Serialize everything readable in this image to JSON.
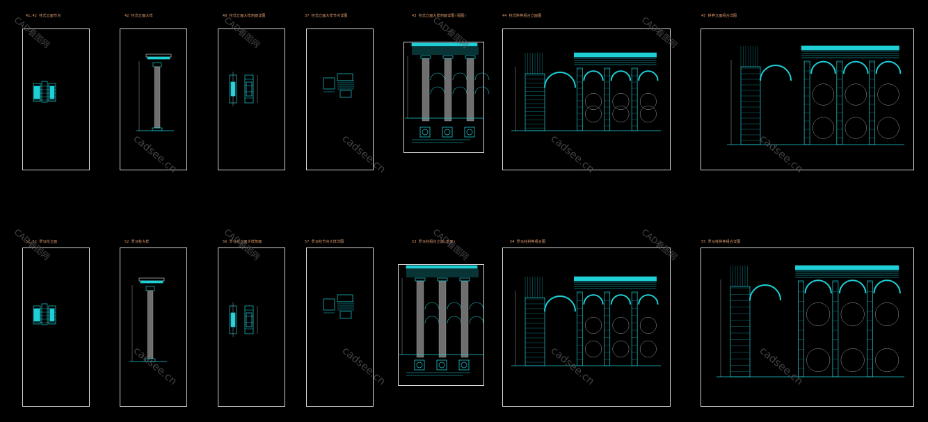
{
  "sheets": [
    {
      "title": "41,42 柱式立面节点",
      "kind": "small"
    },
    {
      "title": "42 柱式立面大样",
      "kind": "column"
    },
    {
      "title": "40 柱式立面大样剖面详图",
      "kind": "small2"
    },
    {
      "title": "37 柱式立面大样节点详图",
      "kind": "detail"
    },
    {
      "title": "43 柱式立面大样剖面详图(视图)",
      "kind": "colonnade"
    },
    {
      "title": "44 柱式拱券组合立面图",
      "kind": "arcade"
    },
    {
      "title": "45 拱券立面组合详图",
      "kind": "arcade2"
    },
    {
      "title": "51,52 罗马柱立面",
      "kind": "small"
    },
    {
      "title": "52 罗马柱大样",
      "kind": "column"
    },
    {
      "title": "56 罗马柱立面大样剖面",
      "kind": "small2"
    },
    {
      "title": "57 罗马柱节点大样详图",
      "kind": "detail"
    },
    {
      "title": "53 罗马柱组合立面(剖面)",
      "kind": "colonnade"
    },
    {
      "title": "54 罗马柱拱券组合图",
      "kind": "arcade"
    },
    {
      "title": "55 罗马柱拱券组合详图",
      "kind": "arcade2"
    }
  ],
  "watermarks": {
    "cn": "CAD看图网",
    "en": "cadsee.cn"
  },
  "colors": {
    "line": "#1ecfd6",
    "frame": "#d8d8d8",
    "column": "#6e6e6e",
    "title": "#e8a070",
    "dim": "#c8c8c8"
  }
}
